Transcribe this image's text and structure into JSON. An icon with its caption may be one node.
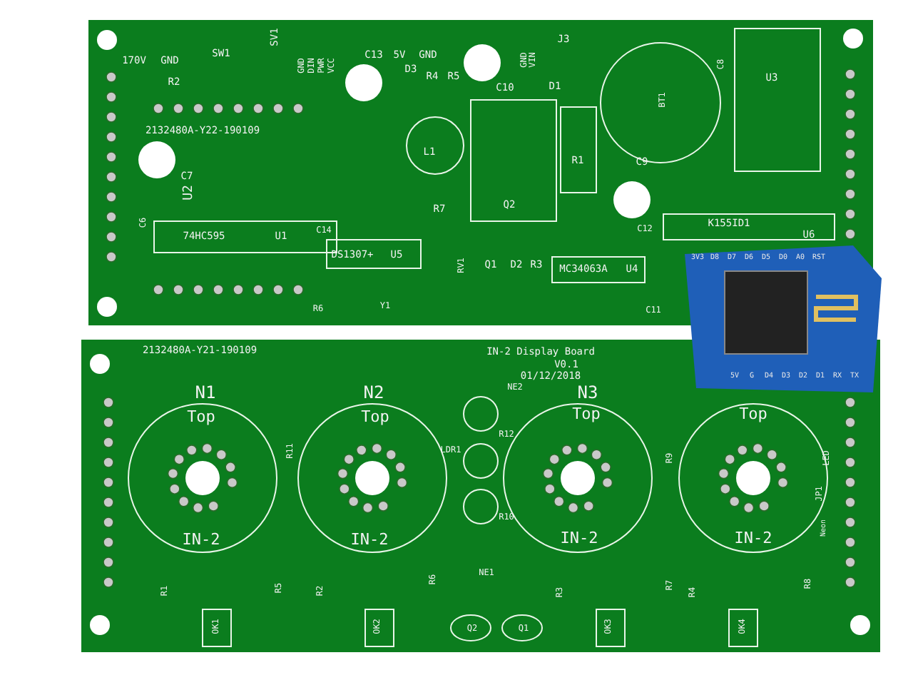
{
  "diagram": {
    "labels": [
      "170V",
      "GND",
      "SW1",
      "R2",
      "SV1",
      "GND",
      "DIN",
      "PWR",
      "VCC",
      "C13",
      "5V",
      "GND",
      "D3",
      "R4",
      "R5",
      "C10",
      "J3",
      "GND",
      "VIN",
      "D1",
      "BT1",
      "U3",
      "C8",
      "L1",
      "2132480A-Y22-190109",
      "C7",
      "U2",
      "C6",
      "74HC595",
      "U1",
      "C14",
      "DS1307+",
      "U5",
      "R6",
      "Y1",
      "R7",
      "RV1",
      "R1",
      "Q2",
      "C9",
      "K155ID1",
      "U6",
      "Q1",
      "D2",
      "R3",
      "MC34063A",
      "U4",
      "C12",
      "C11",
      "3V3",
      "D8",
      "D7",
      "D6",
      "D5",
      "D0",
      "A0",
      "RST",
      "5V",
      "G",
      "D4",
      "D3",
      "D2",
      "D1",
      "RX",
      "TX",
      "2132480A-Y21-190109",
      "IN-2 Display Board",
      "V0.1",
      "01/12/2018",
      "N1",
      "Top",
      "IN-2",
      "N2",
      "Top",
      "IN-2",
      "R11",
      "NE2",
      "LDR1",
      "R12",
      "R10",
      "NE1",
      "N3",
      "Top",
      "IN-2",
      "R9",
      "Top",
      "IN-2",
      "LED",
      "JP1",
      "Neon",
      "R5",
      "R6",
      "R7",
      "R8",
      "R1",
      "OK1",
      "R2",
      "OK2",
      "Q2",
      "Q1",
      "R3",
      "OK3",
      "R4",
      "OK4"
    ]
  }
}
